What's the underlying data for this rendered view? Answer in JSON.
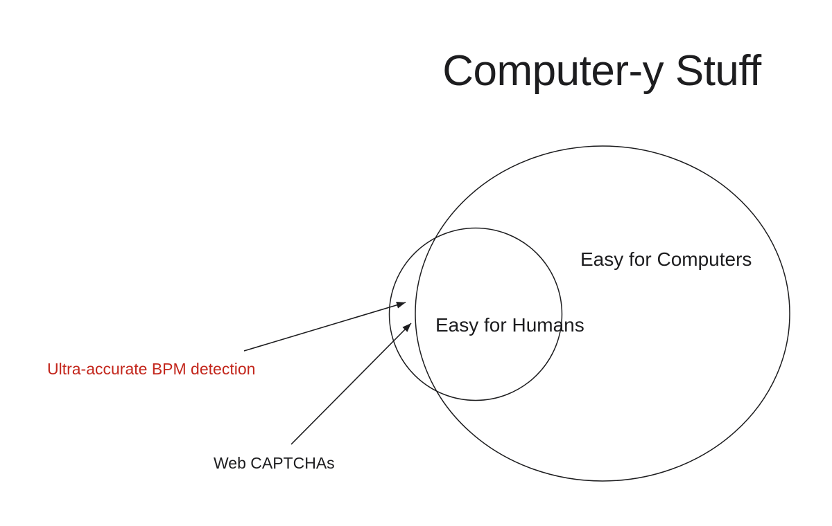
{
  "title": "Computer-y Stuff",
  "diagram": {
    "big_circle_label": "Easy for Computers",
    "small_circle_label": "Easy for Humans",
    "annotations": [
      {
        "id": "bpm",
        "label": "Ultra-accurate BPM detection",
        "color": "#c3261c"
      },
      {
        "id": "captcha",
        "label": "Web CAPTCHAs",
        "color": "#1d1d1f"
      }
    ]
  },
  "colors": {
    "ink": "#1d1d1f",
    "annotation_red": "#c3261c",
    "background": "#ffffff"
  }
}
